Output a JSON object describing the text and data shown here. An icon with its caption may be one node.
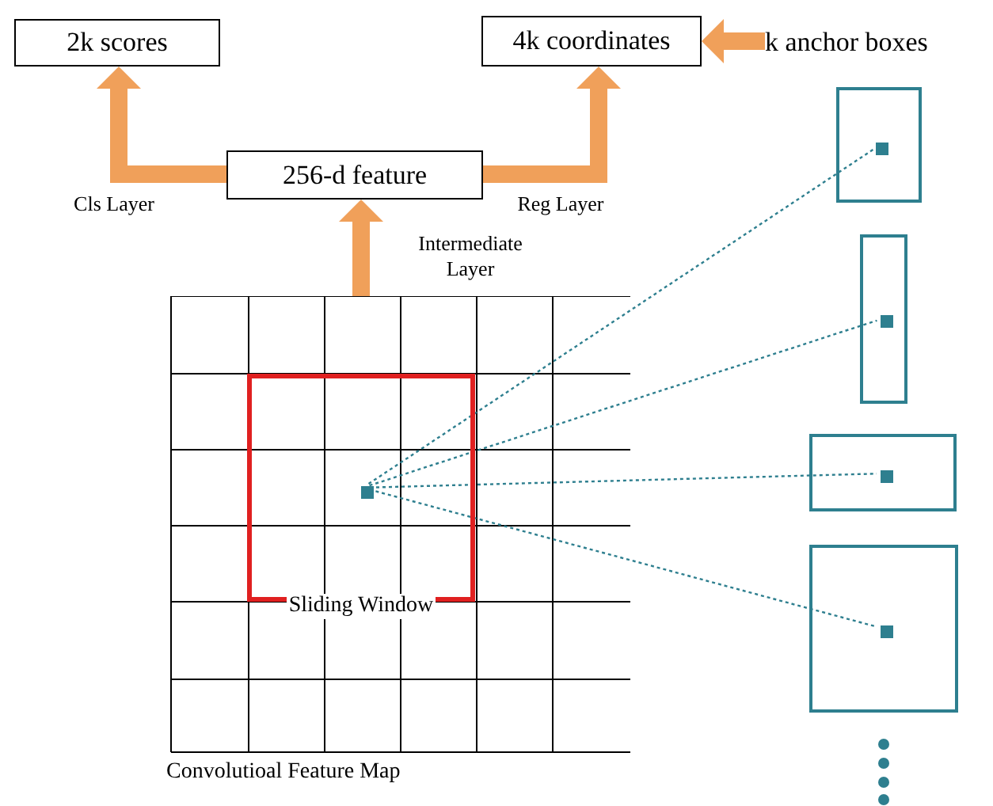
{
  "diagram": {
    "nodes": [
      {
        "text": [
          "2k scores"
        ]
      },
      {
        "text": [
          "4k coordinates"
        ]
      },
      {
        "text": [
          "k anchor boxes"
        ]
      },
      {
        "text": [
          "256-d feature"
        ]
      },
      {
        "text": [
          "Convolutioal Feature Map"
        ]
      },
      {
        "text": [
          "Sliding Window"
        ],
        "in": 4
      },
      {
        "text": [],
        "shape": "box",
        "in": 5
      },
      {
        "text": [],
        "shape": "box"
      },
      {
        "text": [],
        "shape": "box"
      },
      {
        "text": [],
        "shape": "box"
      },
      {
        "text": [],
        "shape": "box"
      },
      {
        "text": [],
        "shape": "box",
        "in": 7
      },
      {
        "text": [],
        "shape": "box",
        "in": 8
      },
      {
        "text": [],
        "shape": "box",
        "in": 9
      },
      {
        "text": [],
        "shape": "box",
        "in": 10
      }
    ],
    "edges": [
      {
        "from": 3,
        "to": 0,
        "arrow": "to",
        "label": "Cls Layer",
        "style": "thick"
      },
      {
        "from": 3,
        "to": 1,
        "arrow": "to",
        "label": "Reg Layer",
        "style": "thick"
      },
      {
        "from": 4,
        "to": 3,
        "arrow": "to",
        "label": "Intermediate Layer",
        "style": "thick"
      },
      {
        "from": 2,
        "to": 1,
        "arrow": "to",
        "style": "thick"
      },
      {
        "from": 6,
        "to": 11,
        "arrow": "none",
        "style": "dashed",
        "color": "#2e7f8f"
      },
      {
        "from": 6,
        "to": 12,
        "arrow": "none",
        "style": "dashed",
        "color": "#2e7f8f"
      },
      {
        "from": 6,
        "to": 13,
        "arrow": "none",
        "style": "dashed",
        "color": "#2e7f8f"
      },
      {
        "from": 6,
        "to": 14,
        "arrow": "none",
        "style": "dashed",
        "color": "#2e7f8f"
      }
    ]
  }
}
